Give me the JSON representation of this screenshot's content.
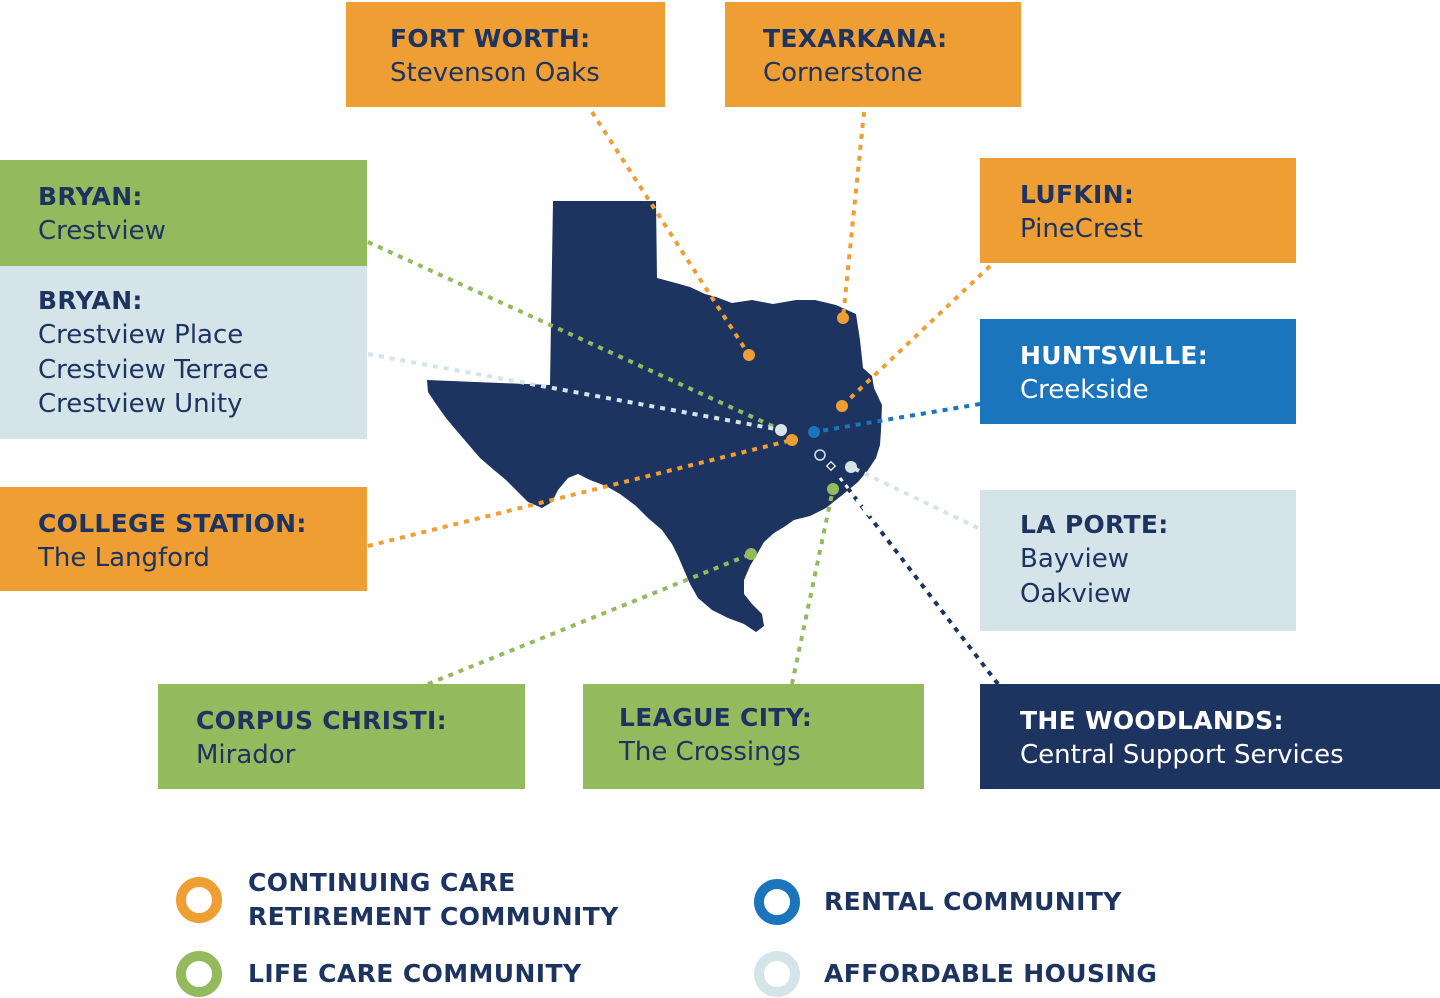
{
  "colors": {
    "orange": "#ef9e34",
    "green": "#93bb5e",
    "lightblue": "#d5e4e8",
    "blue": "#1b75bc",
    "navy": "#1d3461",
    "state_fill": "#1d3461"
  },
  "map": {
    "state": "Texas",
    "markers": [
      {
        "type": "ccrc",
        "color": "#ef9e34",
        "label_ref": "fort_worth"
      },
      {
        "type": "ccrc",
        "color": "#ef9e34",
        "label_ref": "texarkana"
      },
      {
        "type": "ccrc",
        "color": "#ef9e34",
        "label_ref": "lufkin"
      },
      {
        "type": "ccrc",
        "color": "#ef9e34",
        "label_ref": "college_station"
      },
      {
        "type": "life-care",
        "color": "#93bb5e",
        "label_ref": "bryan_crestview"
      },
      {
        "type": "affordable",
        "color": "#d5e4e8",
        "label_ref": "bryan_place"
      },
      {
        "type": "rental",
        "color": "#1b75bc",
        "label_ref": "huntsville"
      },
      {
        "type": "affordable",
        "color": "#d5e4e8",
        "label_ref": "la_porte"
      },
      {
        "type": "life-care",
        "color": "#93bb5e",
        "label_ref": "league_city"
      },
      {
        "type": "life-care",
        "color": "#93bb5e",
        "label_ref": "corpus_christi"
      },
      {
        "type": "headquarters",
        "color": "#1d3461",
        "label_ref": "woodlands"
      }
    ]
  },
  "locations": {
    "fort_worth": {
      "city": "FORT WORTH:",
      "places": [
        "Stevenson Oaks"
      ]
    },
    "texarkana": {
      "city": "TEXARKANA:",
      "places": [
        "Cornerstone"
      ]
    },
    "bryan_crestview": {
      "city": "BRYAN:",
      "places": [
        "Crestview"
      ]
    },
    "bryan_place": {
      "city": "BRYAN:",
      "places": [
        "Crestview Place",
        "Crestview Terrace",
        "Crestview Unity"
      ]
    },
    "lufkin": {
      "city": "LUFKIN:",
      "places": [
        "PineCrest"
      ]
    },
    "huntsville": {
      "city": "HUNTSVILLE:",
      "places": [
        "Creekside"
      ]
    },
    "college_station": {
      "city": "COLLEGE STATION:",
      "places": [
        "The Langford"
      ]
    },
    "la_porte": {
      "city": "LA PORTE:",
      "places": [
        "Bayview",
        "Oakview"
      ]
    },
    "corpus_christi": {
      "city": "CORPUS CHRISTI:",
      "places": [
        "Mirador"
      ]
    },
    "league_city": {
      "city": "LEAGUE CITY:",
      "places": [
        "The Crossings"
      ]
    },
    "woodlands": {
      "city": "THE WOODLANDS:",
      "places": [
        "Central Support Services"
      ]
    }
  },
  "legend": {
    "ccrc": {
      "label_line1": "CONTINUING CARE",
      "label_line2": "RETIREMENT COMMUNITY",
      "color": "#ef9e34"
    },
    "rental": {
      "label": "RENTAL COMMUNITY",
      "color": "#1b75bc"
    },
    "life_care": {
      "label": "LIFE CARE COMMUNITY",
      "color": "#93bb5e"
    },
    "affordable": {
      "label": "AFFORDABLE HOUSING",
      "color": "#d5e4e8"
    }
  }
}
